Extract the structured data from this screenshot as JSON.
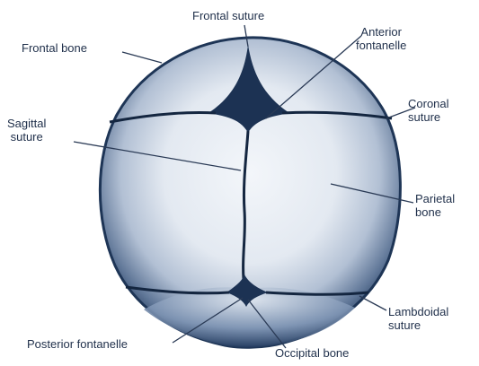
{
  "labels": {
    "frontal_suture": "Frontal suture",
    "frontal_bone": "Frontal bone",
    "anterior_fontanelle": [
      "Anterior",
      "fontanelle"
    ],
    "coronal_suture": [
      "Coronal",
      "suture"
    ],
    "sagittal_suture": [
      "Sagittal",
      "suture"
    ],
    "parietal_bone": [
      "Parietal",
      "bone"
    ],
    "lambdoidal_suture": [
      "Lambdoidal",
      "suture"
    ],
    "posterior_fontanelle": "Posterior fontanelle",
    "occipital_bone": "Occipital bone"
  },
  "colors": {
    "skull_edge": "#1e3556",
    "skull_mid": "#6d84a6",
    "skull_light": "#eef2f7",
    "suture": "#142640",
    "leader": "#2a3a55"
  }
}
